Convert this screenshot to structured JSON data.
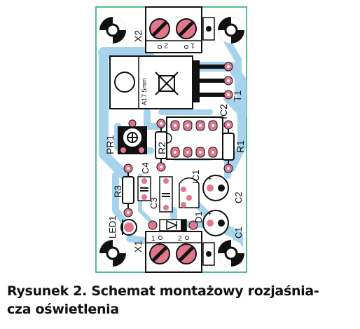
{
  "labels": {
    "X2": "X2",
    "X1": "X1",
    "T1": "T1",
    "IC2": "IC2",
    "IC1": "IC1",
    "PR1": "PR1",
    "R1": "R1",
    "R2": "R2",
    "R3": "R3",
    "C1": "C1",
    "C2": "C2",
    "C3": "C3",
    "C4": "C4",
    "D1": "D1",
    "LED1": "LED1",
    "heatsink": "A17.5mm",
    "x2_pin1": "1",
    "x2_pin2": "2",
    "x1_pin1": "1",
    "x1_pin2": "2",
    "plus": "+"
  },
  "caption": {
    "line1": "Rysunek 2. Schemat montażowy rozjaśnia-",
    "line2": "cza oświetlenia"
  },
  "colors": {
    "trace": "#a7d4ec",
    "pad": "#e0778d",
    "silkscreen": "#000000",
    "board_outline": "#1fb36d"
  }
}
